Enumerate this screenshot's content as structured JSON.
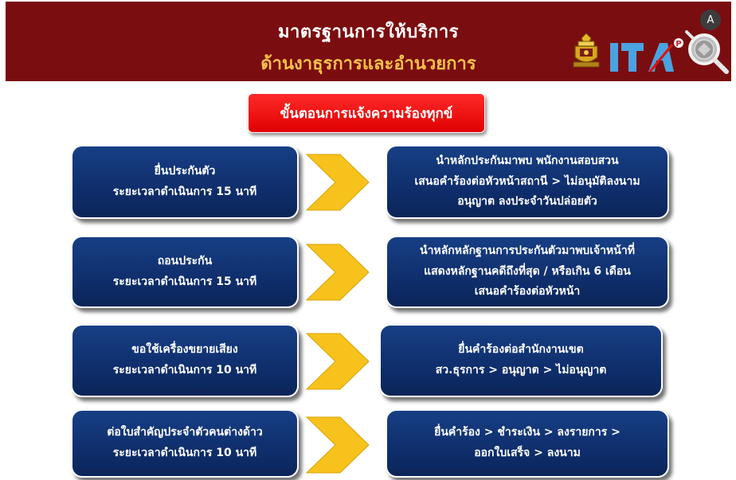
{
  "header": {
    "title_line1": "มาตรฐานการให้บริการ",
    "title_line2": "ด้านงาธุรการและอำนวยการ",
    "corner_button_glyph": "A",
    "ita_logo_text": "ITA",
    "ita_logo_superscript": "P"
  },
  "steps_title": "ขั้นตอนการแจ้งความร้องทุกข์",
  "rows": [
    {
      "left_line1": "ยื่นประกันตัว",
      "left_line2": "ระยะเวลาดำเนินการ 15 นาที",
      "right_line1": "นำหลักประกันมาพบ พนักงานสอบสวน",
      "right_line2": "เสนอคำร้องต่อหัวหน้าสถานี > ไม่อนุมัติลงนาม",
      "right_line3": "อนุญาต ลงประจำวันปล่อยตัว"
    },
    {
      "left_line1": "ถอนประกัน",
      "left_line2": "ระยะเวลาดำเนินการ 15 นาที",
      "right_line1": "นำหลักหลักฐานการประกันตัวมาพบเจ้าหน้าที่",
      "right_line2": "แสดงหลักฐานคดีถึงที่สุด / หรือเกิน 6 เดือน",
      "right_line3": "เสนอคำร้องต่อหัวหน้า"
    },
    {
      "left_line1": "ขอใช้เครื่องขยายเสียง",
      "left_line2": "ระยะเวลาดำเนินการ 10 นาที",
      "right_line1": "ยื่นคำร้องต่อสำนักงานเขต",
      "right_line2": "สว.ธุรการ > อนุญาต > ไม่อนุญาต",
      "right_line3": ""
    },
    {
      "left_line1": "ต่อใบสำคัญประจำตัวคนต่างด้าว",
      "left_line2": "ระยะเวลาดำเนินการ 10 นาที",
      "right_line1": "ยื่นคำร้อง > ชำระเงิน > ลงรายการ >",
      "right_line2": "ออกใบเสร็จ > ลงนาม",
      "right_line3": ""
    }
  ],
  "colors": {
    "header_bg": "#7a0d10",
    "title2": "#f6c24a",
    "box_blue": "#0f2e6c",
    "arrow_yellow": "#f7c21b",
    "steps_red": "#ee0000"
  }
}
